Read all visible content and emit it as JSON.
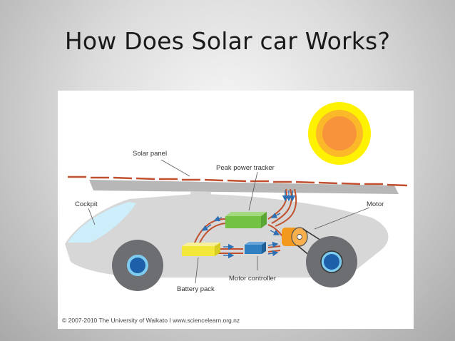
{
  "slide": {
    "title": "How Does Solar car Works?"
  },
  "diagram": {
    "labels": {
      "solar_panel": "Solar panel",
      "peak_power_tracker": "Peak power tracker",
      "cockpit": "Cockpit",
      "motor": "Motor",
      "motor_controller": "Motor controller",
      "battery_pack": "Battery pack"
    },
    "credit": "© 2007-2010 The University of Waikato I www.sciencelearn.org.nz",
    "colors": {
      "sun_outer": "#fff200",
      "sun_middle": "#fbb829",
      "sun_inner": "#f7933a",
      "panel_strip": "#c0502e",
      "car_body": "#d7d7d7",
      "cockpit": "#cdeefb",
      "tracker": "#74c244",
      "battery": "#f3e73a",
      "controller": "#2f7fc1",
      "motor": "#f39a1d",
      "wires": "#c0502e",
      "flow_arrows": "#2c6fb5",
      "wheel": "#6d6e71",
      "hub": "#1d5fa8"
    }
  }
}
